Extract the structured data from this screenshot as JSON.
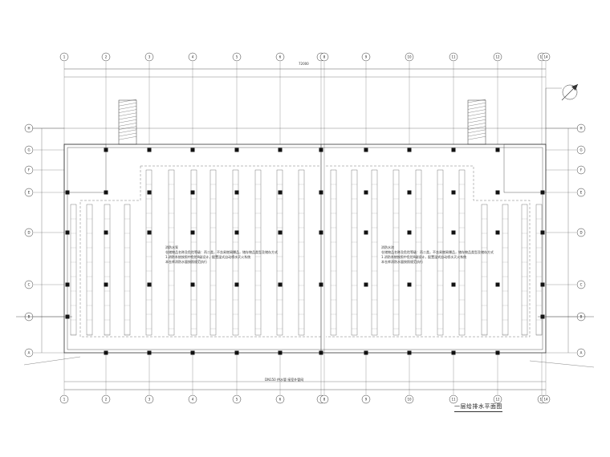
{
  "drawing": {
    "title": "一层给排水平面图",
    "dim_total": "72000",
    "note_left_lines": [
      "消防水泵",
      "仓储物品名称及危险等级：丙二类，不含易燃易爆品，储存物品类型及储存方式",
      "1.消防系统按照中危险II级设计，配置湿式自动喷水灭火系统",
      "本仓库消防水量按照规范执行"
    ],
    "note_right_lines": [
      "消防水池",
      "仓储物品名称及危险等级：丙二类，不含易燃易爆品，储存物品类型及储存方式",
      "1.消防系统按照中危险II级设计，配置湿式自动喷水灭火系统",
      "本仓库消防水量按照规范执行"
    ],
    "bottom_note": "DN150 供水管 接室外管网",
    "axis_numbers": [
      "1",
      "2",
      "3",
      "4",
      "5",
      "6",
      "7",
      "8",
      "9",
      "10",
      "11",
      "12",
      "13",
      "14"
    ],
    "axis_letters": [
      "H",
      "G",
      "F",
      "E",
      "D",
      "C",
      "B",
      "A"
    ]
  },
  "colors": {
    "line": "#333333",
    "column": "#111111",
    "dash": "#555555"
  },
  "icons": {
    "north": "north-arrow-icon"
  }
}
